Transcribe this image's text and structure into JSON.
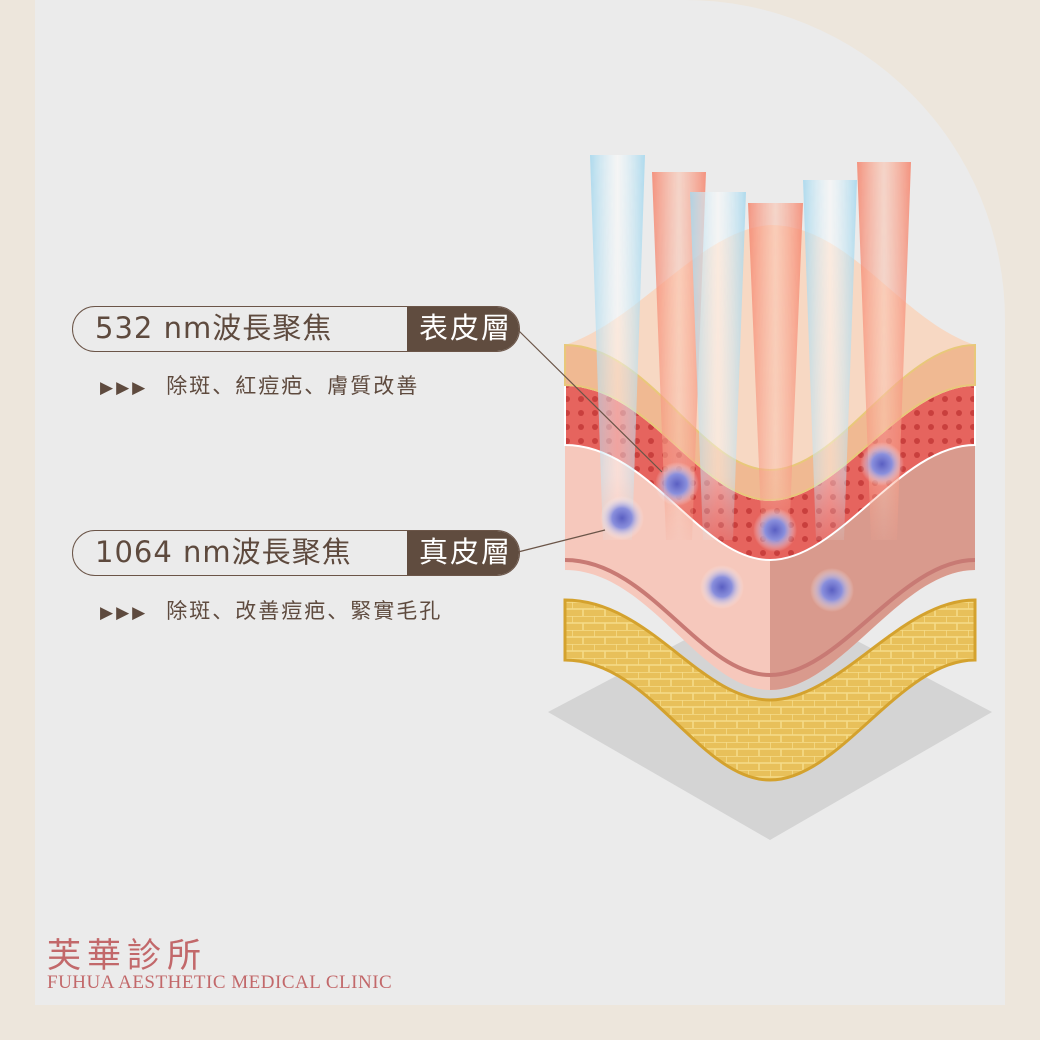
{
  "callouts": [
    {
      "wavelength": "532 nm波長聚焦",
      "layer": "表皮層",
      "arrows": "▶▶▶",
      "benefits": "除斑、紅痘疤、膚質改善"
    },
    {
      "wavelength": "1064 nm波長聚焦",
      "layer": "真皮層",
      "arrows": "▶▶▶",
      "benefits": "除斑、改善痘疤、緊實毛孔"
    }
  ],
  "logo": {
    "name_cn": "芙華診所",
    "name_en": "FUHUA AESTHETIC MEDICAL CLINIC"
  },
  "colors": {
    "brown": "#604c3f",
    "brand": "#c2686a",
    "beam_red": "#f06a4a",
    "beam_blue": "#a8dcf0"
  }
}
